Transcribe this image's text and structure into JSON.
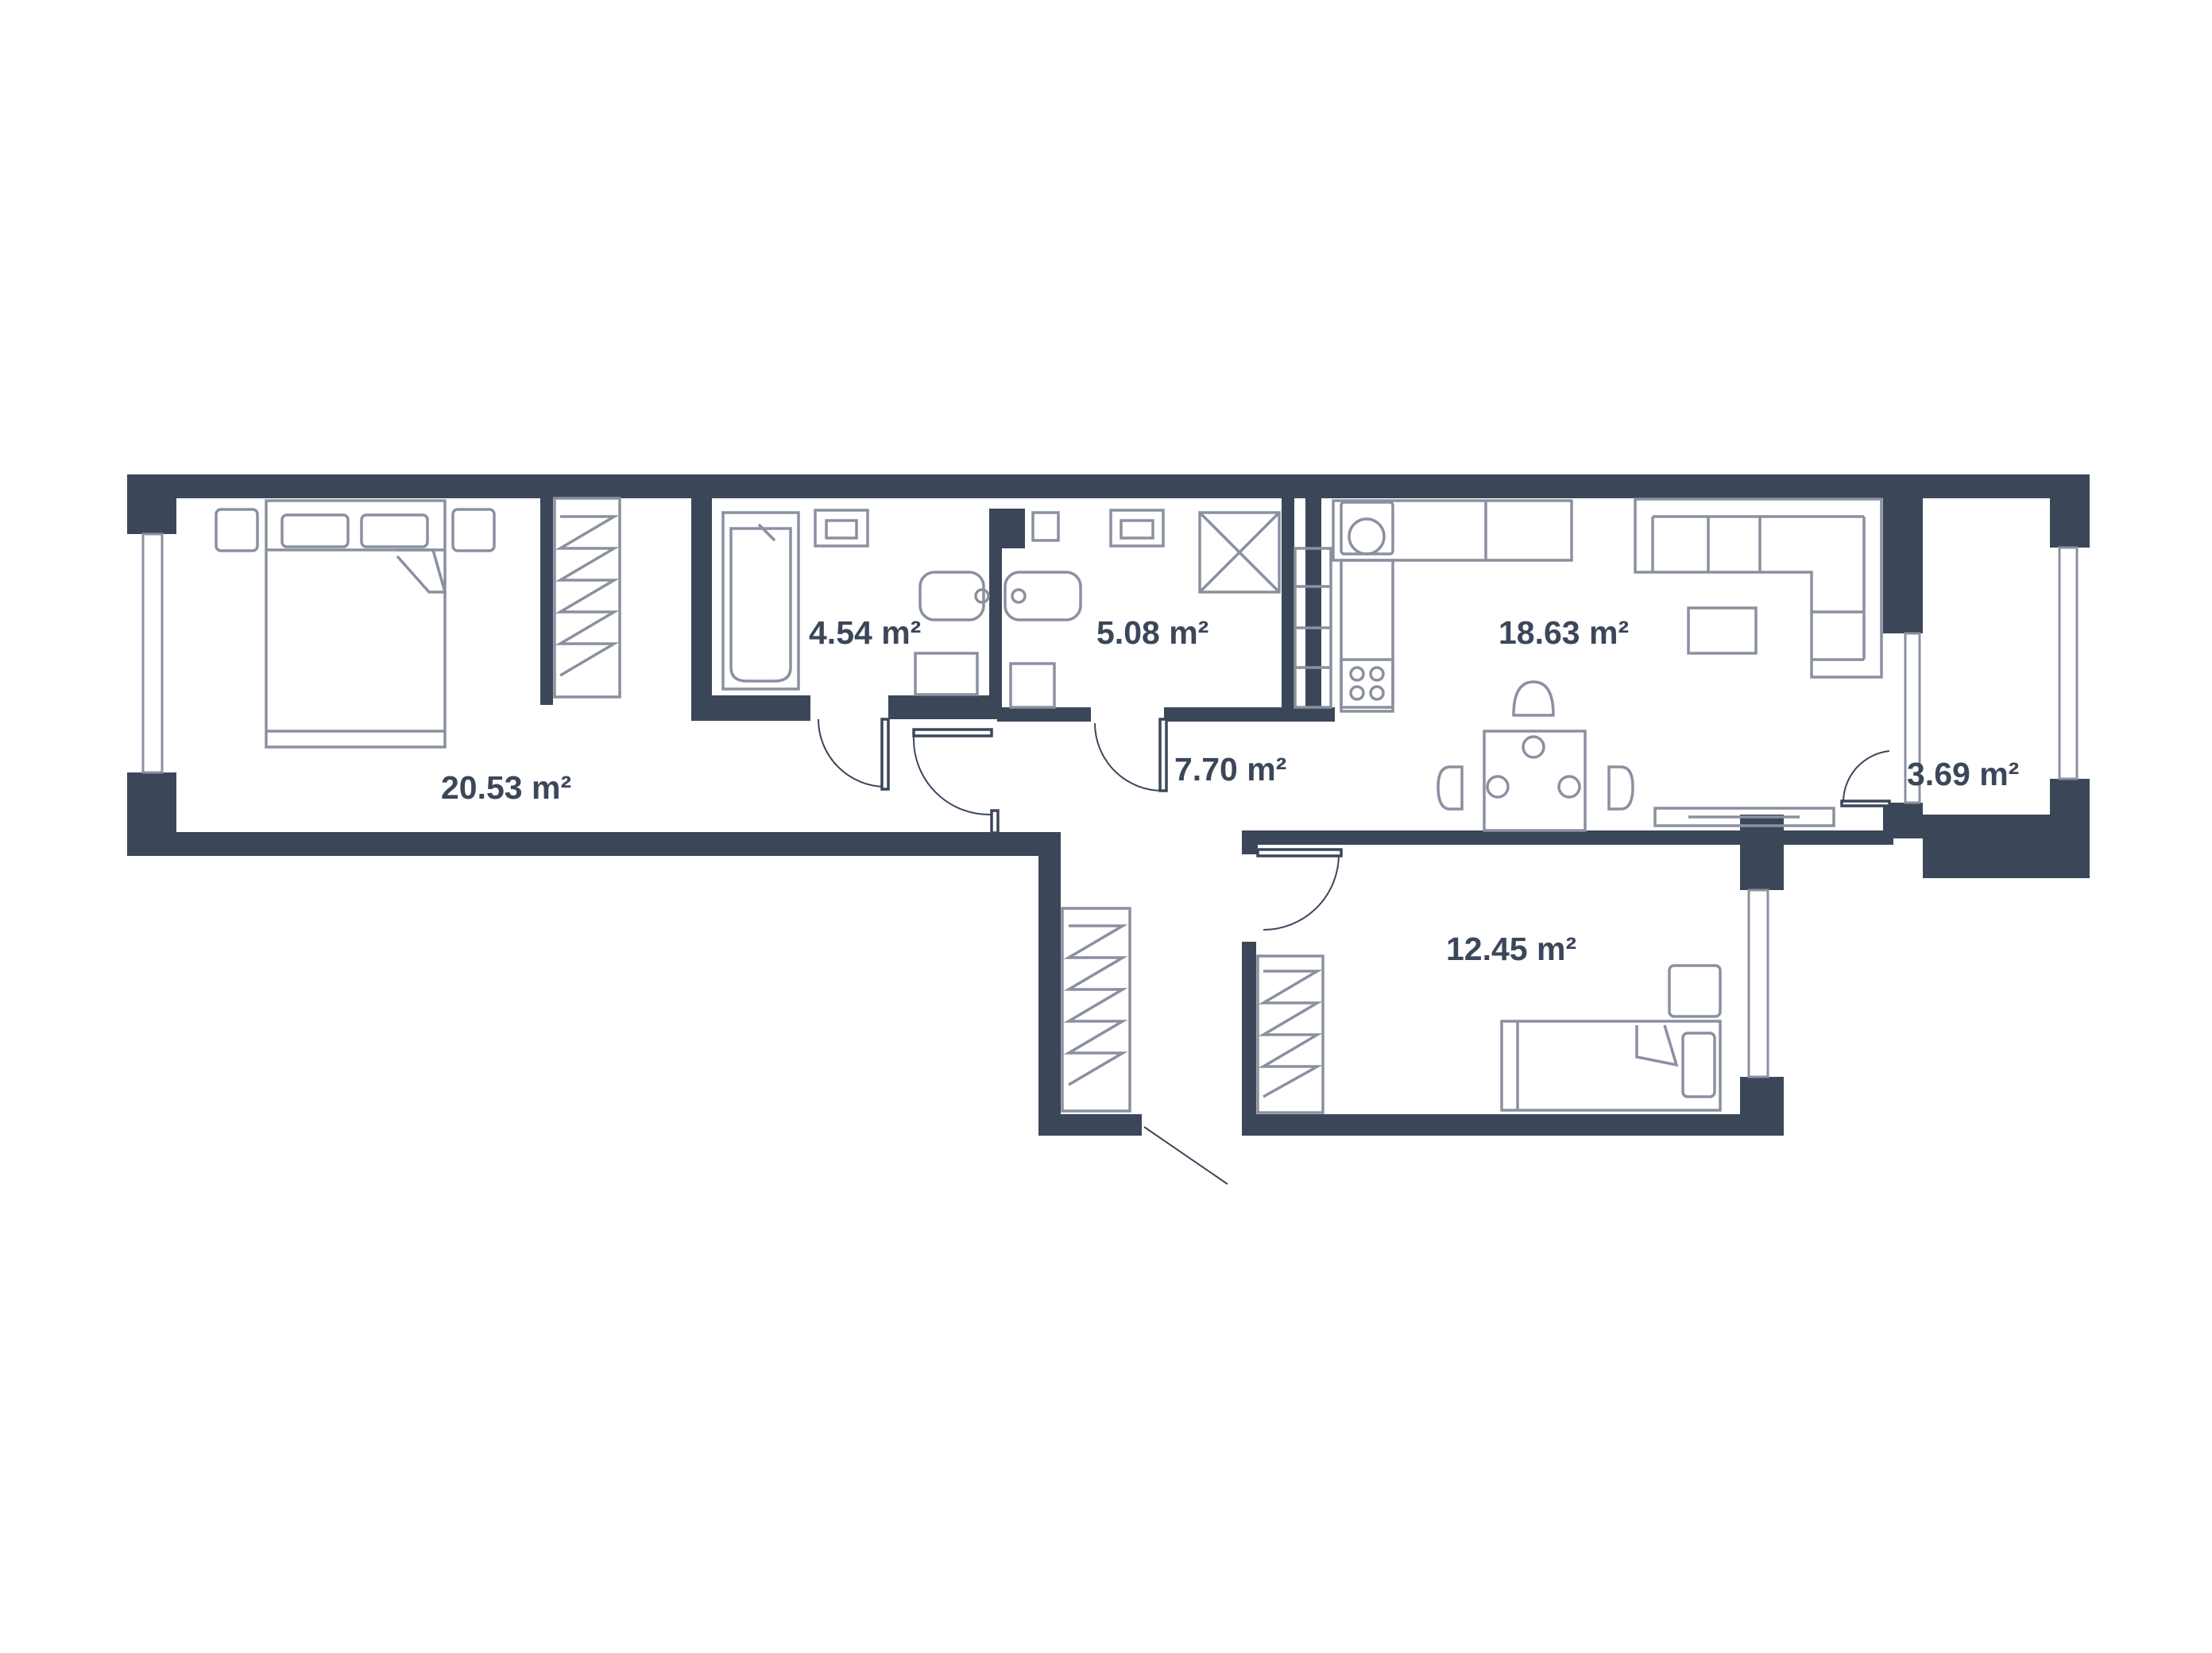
{
  "plan": {
    "colors": {
      "wall": "#3b4759",
      "furniture": "#8a90a0",
      "background": "#ffffff"
    },
    "unit": "m²",
    "rooms": [
      {
        "id": "bedroom",
        "area": "20.53"
      },
      {
        "id": "bathroom",
        "area": "4.54"
      },
      {
        "id": "wc",
        "area": "5.08"
      },
      {
        "id": "hall",
        "area": "7.70"
      },
      {
        "id": "kitchen-living",
        "area": "18.63"
      },
      {
        "id": "balcony",
        "area": "3.69"
      },
      {
        "id": "second-bedroom",
        "area": "12.45"
      }
    ],
    "labels": {
      "bedroom": "20.53 m²",
      "bathroom": "4.54 m²",
      "wc": "5.08 m²",
      "hall": "7.70 m²",
      "kitchen": "18.63 m²",
      "balcony": "3.69 m²",
      "second_bedroom": "12.45 m²"
    }
  }
}
